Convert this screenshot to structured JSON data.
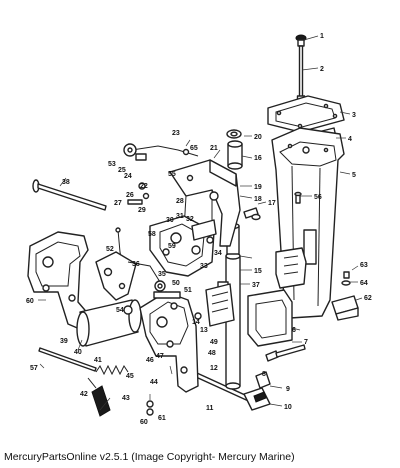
{
  "footer_text": "MercuryPartsOnline v2.5.1 (Image Copyright- Mercury Marine)",
  "callouts": [
    "1",
    "2",
    "3",
    "4",
    "5",
    "6",
    "7",
    "8",
    "9",
    "10",
    "11",
    "12",
    "13",
    "14",
    "15",
    "16",
    "17",
    "18",
    "19",
    "20",
    "21",
    "22",
    "23",
    "24",
    "25",
    "26",
    "27",
    "28",
    "29",
    "30",
    "31",
    "32",
    "33",
    "34",
    "35",
    "36",
    "37",
    "38",
    "39",
    "40",
    "41",
    "42",
    "43",
    "44",
    "45",
    "46",
    "47",
    "48",
    "49",
    "50",
    "51",
    "52",
    "53",
    "54",
    "55",
    "56",
    "57",
    "58",
    "59",
    "60",
    "61",
    "62",
    "63",
    "64",
    "65"
  ]
}
